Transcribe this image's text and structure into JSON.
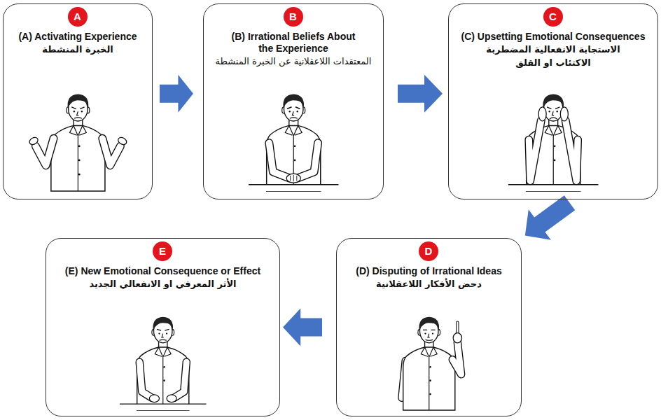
{
  "diagram": {
    "nodes": [
      {
        "text": [
          "(A) Activating Experience",
          "الخبرة المنشطة"
        ]
      },
      {
        "text": [
          "A"
        ],
        "in": 0
      },
      {
        "text": [
          "(B) Irrational Beliefs About the Experience",
          "المعتقدات اللاعقلانية عن الخبرة المنشطة"
        ]
      },
      {
        "text": [
          "B"
        ],
        "in": 2
      },
      {
        "text": [
          "(C) Upsetting Emotional Consequences",
          "الاستجابة الانفعالية المضطربة",
          "الاكتئاب او القلق"
        ]
      },
      {
        "text": [
          "C"
        ],
        "in": 4
      },
      {
        "text": [
          "(D) Disputing of Irrational Ideas",
          "دحض الأفكار اللاعقلانية"
        ]
      },
      {
        "text": [
          "D"
        ],
        "in": 6
      },
      {
        "text": [
          "(E) New Emotional Consequence or Effect",
          "الأثر المعرفي او الانفعالي الجديد"
        ]
      },
      {
        "text": [
          "E"
        ],
        "in": 8
      }
    ],
    "edges": [
      {
        "from": 0,
        "to": 2,
        "arrow": "to"
      },
      {
        "from": 2,
        "to": 4,
        "arrow": "to"
      },
      {
        "from": 4,
        "to": 6,
        "arrow": "to"
      },
      {
        "from": 6,
        "to": 8,
        "arrow": "to"
      }
    ]
  }
}
